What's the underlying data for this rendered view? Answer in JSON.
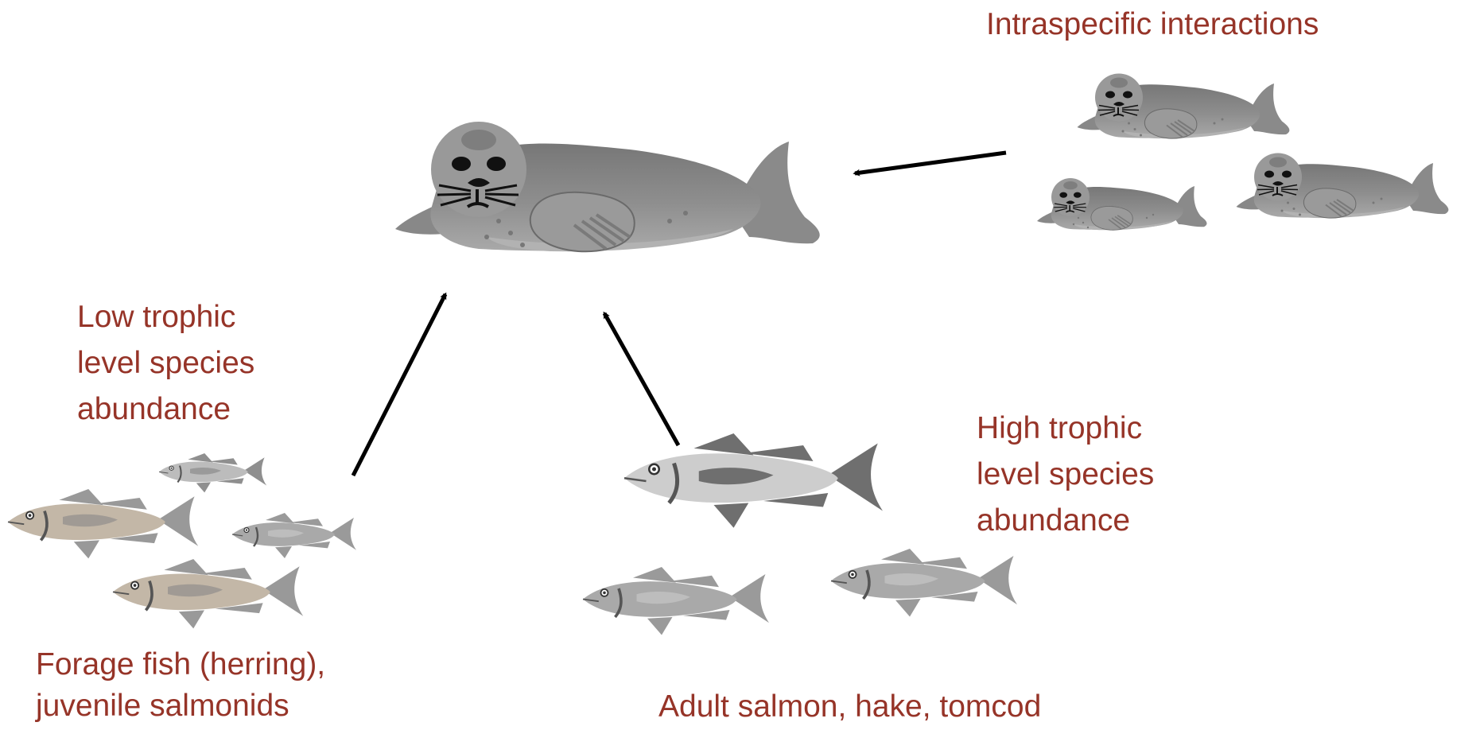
{
  "labels": {
    "intraspecific": "Intraspecific interactions",
    "low_trophic": [
      "Low trophic",
      "level species",
      "abundance"
    ],
    "high_trophic": [
      "High trophic",
      "level species",
      "abundance"
    ],
    "forage": [
      "Forage fish (herring),",
      "juvenile salmonids"
    ],
    "adult": "Adult salmon, hake, tomcod"
  },
  "colors": {
    "label_text": "#963428",
    "seal_body": "#8c8c8c",
    "seal_dark": "#707070",
    "arrow": "#000000",
    "fish_gray": "#a8a8a8",
    "fish_light": "#cfcfcf",
    "fish_tan": "#c4b8a8",
    "fish_dark": "#6e6e6e"
  },
  "icons": {
    "main_seal": "harbor-seal-icon",
    "seal_group": "harbor-seal-icon",
    "fish": "fish-icon",
    "arrow": "arrow-icon"
  }
}
